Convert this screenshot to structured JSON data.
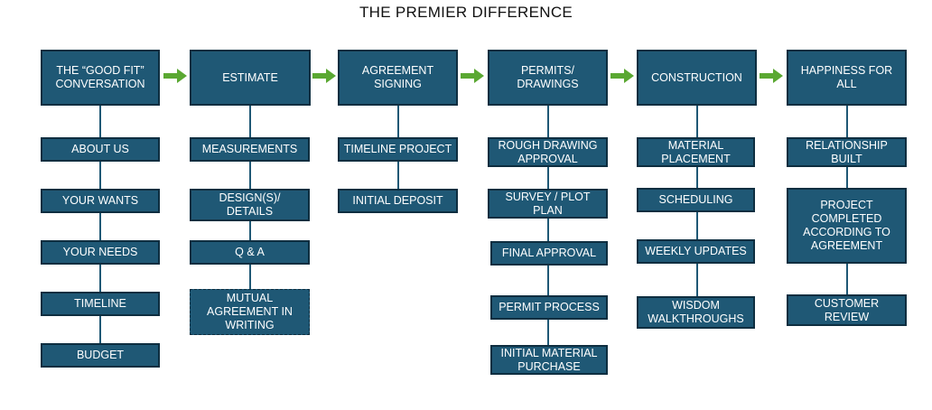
{
  "title": "THE PREMIER DIFFERENCE",
  "colors": {
    "box_fill": "#1f5875",
    "box_border": "#0e2e40",
    "arrow": "#5aa832",
    "text": "#ffffff"
  },
  "stages": [
    {
      "label": "THE “GOOD FIT”\nCONVERSATION",
      "steps": [
        "ABOUT US",
        "YOUR WANTS",
        "YOUR NEEDS",
        "TIMELINE",
        "BUDGET"
      ]
    },
    {
      "label": "ESTIMATE",
      "steps": [
        "MEASUREMENTS",
        "DESIGN(S)/\nDETAILS",
        "Q & A",
        "MUTUAL\nAGREEMENT IN\nWRITING"
      ]
    },
    {
      "label": "AGREEMENT\nSIGNING",
      "steps": [
        "TIMELINE PROJECT",
        "INITIAL DEPOSIT"
      ]
    },
    {
      "label": "PERMITS/\nDRAWINGS",
      "steps": [
        "ROUGH DRAWING\nAPPROVAL",
        "SURVEY / PLOT\nPLAN",
        "FINAL APPROVAL",
        "PERMIT PROCESS",
        "INITIAL MATERIAL\nPURCHASE"
      ]
    },
    {
      "label": "CONSTRUCTION",
      "steps": [
        "MATERIAL\nPLACEMENT",
        "SCHEDULING",
        "WEEKLY UPDATES",
        "WISDOM\nWALKTHROUGHS"
      ]
    },
    {
      "label": "HAPPINESS FOR\nALL",
      "steps": [
        "RELATIONSHIP\nBUILT",
        "PROJECT\nCOMPLETED\nACCORDING TO\nAGREEMENT",
        "CUSTOMER\nREVIEW"
      ]
    }
  ]
}
